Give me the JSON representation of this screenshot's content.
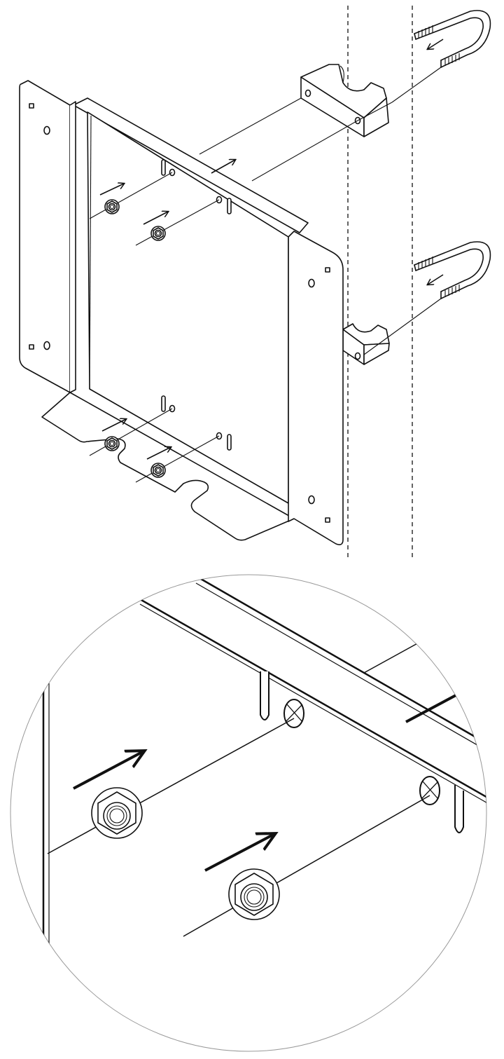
{
  "figure": {
    "background": "#ffffff",
    "line_color": "#111111",
    "components": [
      "pole-dashed-outline",
      "upper-u-bolt",
      "lower-u-bolt",
      "upper-pole-clamp",
      "lower-pole-clamp",
      "box-mounting-bracket",
      "flange-nuts",
      "install-direction-arrows",
      "detail-magnifier-circle"
    ],
    "icons": {
      "nut": "hex-flange-nut-icon",
      "arrow": "direction-arrow-icon",
      "ubolt": "u-bolt-icon"
    }
  }
}
